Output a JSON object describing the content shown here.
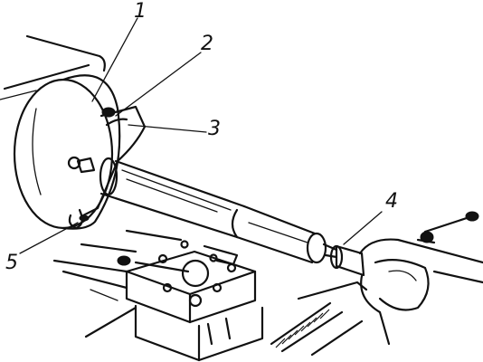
{
  "figure": {
    "callouts": [
      {
        "id": "1",
        "text": "1"
      },
      {
        "id": "2",
        "text": "2"
      },
      {
        "id": "3",
        "text": "3"
      },
      {
        "id": "4",
        "text": "4"
      },
      {
        "id": "5",
        "text": "5"
      }
    ]
  },
  "colors": {
    "ink": "#111111",
    "paper": "#ffffff"
  }
}
